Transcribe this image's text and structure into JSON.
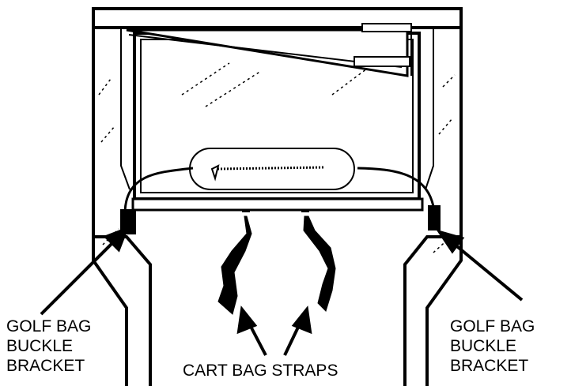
{
  "labels": {
    "left_bracket": [
      "GOLF BAG",
      "BUCKLE",
      "BRACKET"
    ],
    "right_bracket": [
      "GOLF BAG",
      "BUCKLE",
      "BRACKET"
    ],
    "straps": "CART BAG STRAPS"
  },
  "colors": {
    "ink": "#000000",
    "background": "#ffffff",
    "frame_fill": "#ffffff"
  }
}
